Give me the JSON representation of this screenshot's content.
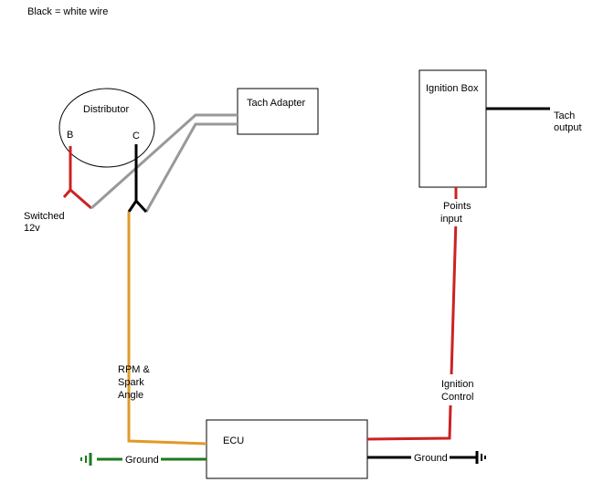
{
  "note": "Black = white wire",
  "components": {
    "distributor": "Distributor",
    "terminal_b": "B",
    "terminal_c": "C",
    "tach_adapter": "Tach Adapter",
    "ignition_box": "Ignition Box",
    "ecu": "ECU"
  },
  "labels": {
    "switched_12v": [
      "Switched",
      "12v"
    ],
    "tach_output": [
      "Tach",
      "output"
    ],
    "points_input": [
      "Points",
      "input"
    ],
    "rpm_spark_angle": [
      "RPM &",
      "Spark",
      "Angle"
    ],
    "ignition_control": [
      "Ignition",
      "Control"
    ],
    "ground_left": "Ground",
    "ground_right": "Ground"
  },
  "colors": {
    "red_wire": "#cc2222",
    "orange_wire": "#e09a2a",
    "gray_wire": "#999999",
    "green_wire": "#1e7a1e",
    "black_wire": "#000000"
  }
}
